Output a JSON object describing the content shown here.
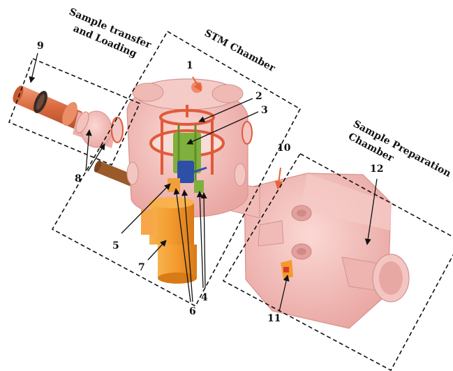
{
  "sections": {
    "transfer_line1": "Sample transfer",
    "transfer_line2": "and Loading",
    "stm": "STM Chamber",
    "prep_line1": "Sample Preparation",
    "prep_line2": "Chamber"
  },
  "labels": [
    "1",
    "2",
    "3",
    "4",
    "5",
    "6",
    "7",
    "8",
    "9",
    "10",
    "11",
    "12"
  ],
  "colors": {
    "chamber": "#f1b7b3",
    "chamber_dark": "#d98f8d",
    "flange": "#e66a47",
    "pipe": "#d9693f",
    "pump": "#f39a2e",
    "stage_green": "#7fb03d",
    "scanner_blue": "#2d4fa8",
    "arrow": "#e6643a"
  }
}
